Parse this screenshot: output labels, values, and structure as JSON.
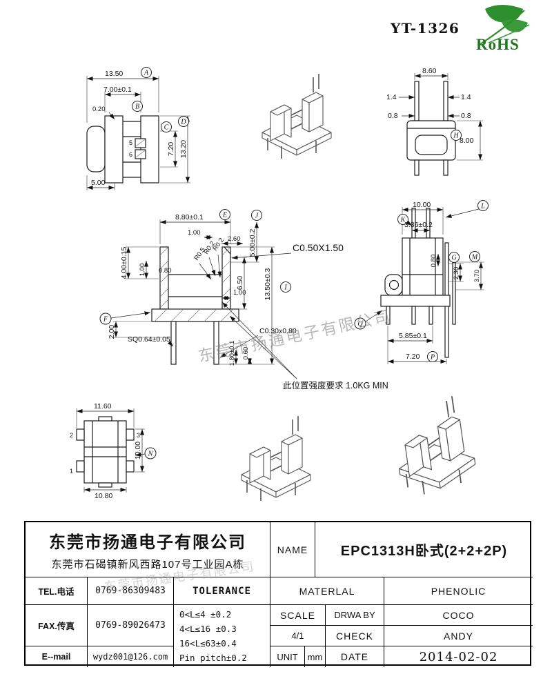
{
  "header": {
    "drawing_no": "YT-1326",
    "rohs_label": "RoHS"
  },
  "notes": {
    "watermark": "东莞市扬通电子有限公司",
    "strength_note": "此位置强度要求 1.0KG MIN",
    "chamfer_callout": "C0.50X1.50",
    "corner_callout": "C0.30x0.80"
  },
  "view_front": {
    "dim_overall_width": "13.50",
    "dim_window_width": "7.00±0.1",
    "dim_step": "0.20",
    "dim_base": "5.00",
    "dim_window_height": "7.20",
    "dim_overall_height": "13.20",
    "pin_5": "5",
    "pin_6": "6",
    "balloon_a": "A",
    "balloon_b": "B",
    "balloon_c": "C",
    "balloon_d": "D"
  },
  "view_end": {
    "dim_width": "8.60",
    "dim_pin_left": "1.4",
    "dim_pin_right": "1.4",
    "dim_gap_left": "0.8",
    "dim_gap_right": "0.8",
    "dim_height": "8.00",
    "balloon_h": "H"
  },
  "view_section": {
    "dim_width": "8.80±0.1",
    "dim_1a": "1.00",
    "dim_2_60": "2.60",
    "dim_5_00": "5.00±0.2",
    "dim_4_00": "4.00±0.15",
    "dim_1b": "1.00",
    "dim_0_80": "0.80",
    "dim_6_50": "6.50",
    "dim_13_50": "13.50±0.3",
    "dim_1c": "1.00",
    "r_callout_1": "R0.2",
    "r_callout_2": "R0.2",
    "r_callout_3": "R0.5",
    "dim_2_00": "2.00",
    "dim_sq": "SQ0.64±0.05",
    "dim_1_80": "1.80±0.1",
    "dim_0_60": "0.60",
    "balloon_e": "E",
    "balloon_f": "F",
    "balloon_i": "I",
    "balloon_j": "J"
  },
  "view_side": {
    "dim_width": "10.00",
    "dim_pins": "3.36±0.2",
    "dim_0_80": "0.80",
    "dim_2_30": "2.30",
    "dim_3_70": "3.70",
    "dim_5_85": "5.85±0.1",
    "dim_7_20": "7.20",
    "balloon_k": "K",
    "balloon_l": "L",
    "balloon_g": "G",
    "balloon_m": "M",
    "balloon_q": "Q",
    "balloon_p": "P"
  },
  "view_bottom": {
    "dim_top": "11.60",
    "dim_side": "10.00",
    "dim_bottom": "10.80",
    "pin_1": "1",
    "pin_2": "2",
    "pin_3": "3",
    "balloon_n": "N"
  },
  "title_block": {
    "company": "东莞市扬通电子有限公司",
    "address": "东莞市石碣镇新风西路107号工业园A栋",
    "tel_label": "TEL.电话",
    "tel_value": "0769-86309483",
    "fax_label": "FAX.传真",
    "fax_value": "0769-89026473",
    "email_label": "E--mail",
    "email_value": "wydz001@126.com",
    "tolerance_title": "TOLERANCE",
    "tol_1": "0<L≤4  ±0.2",
    "tol_2": "4<L≤16 ±0.3",
    "tol_3": "16<L≤63±0.4",
    "tol_4": "Pin pitch±0.2",
    "name_label": "NAME",
    "name_value": "EPC1313H卧式(2+2+2P)",
    "material_label": "MATERLAL",
    "material_value": "PHENOLIC",
    "scale_label": "SCALE",
    "scale_value": "4/1",
    "drawn_label": "DRWA BY",
    "drawn_value": "COCO",
    "check_label": "CHECK",
    "check_value": "ANDY",
    "unit_label": "UNIT",
    "unit_value": "mm",
    "date_label": "DATE",
    "date_value": "2014-02-02"
  }
}
